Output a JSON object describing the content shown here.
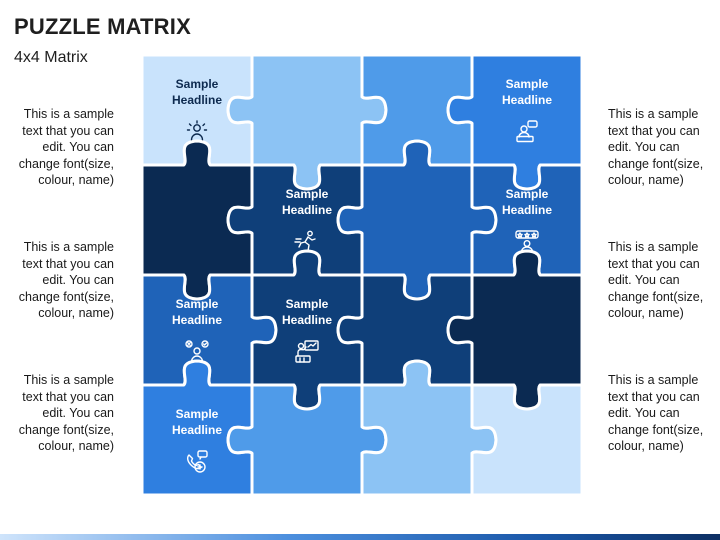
{
  "header": {
    "title": "PUZZLE MATRIX",
    "subtitle": "4x4 Matrix"
  },
  "side_texts": {
    "left": [
      "This is a sample text that you can edit. You can change font(size, colour, name)",
      "This is a sample text that you can edit. You can change font(size, colour, name)",
      "This is a sample text that you can edit. You can change font(size, colour, name)"
    ],
    "right": [
      "This is a sample text that you can edit. You can change font(size, colour, name)",
      "This is a sample text that you can edit. You can change font(size, colour, name)",
      "This is a sample text that you can edit. You can change font(size, colour, name)"
    ]
  },
  "colors": {
    "lightest": "#c9e3fc",
    "light": "#8cc3f4",
    "medium": "#4f9be9",
    "bright": "#2f7fe0",
    "royal": "#1f63b8",
    "deep": "#0f3f79",
    "navy": "#0b2a52",
    "outline": "#ffffff",
    "text_on_light": "#0d2a4f",
    "text_on_dark": "#ffffff"
  },
  "pieces": [
    {
      "color": "lightest",
      "headline": "Sample Headline",
      "icon": "team-leader-icon"
    },
    {
      "color": "light",
      "headline": "",
      "icon": ""
    },
    {
      "color": "medium",
      "headline": "",
      "icon": ""
    },
    {
      "color": "bright",
      "headline": "Sample Headline",
      "icon": "chat-laptop-icon"
    },
    {
      "color": "navy",
      "headline": "",
      "icon": ""
    },
    {
      "color": "deep",
      "headline": "Sample Headline",
      "icon": "running-person-icon"
    },
    {
      "color": "royal",
      "headline": "",
      "icon": ""
    },
    {
      "color": "royal",
      "headline": "Sample Headline",
      "icon": "rating-stars-icon"
    },
    {
      "color": "royal",
      "headline": "Sample Headline",
      "icon": "person-choice-icon"
    },
    {
      "color": "deep",
      "headline": "Sample Headline",
      "icon": "presenter-chart-icon"
    },
    {
      "color": "deep",
      "headline": "",
      "icon": ""
    },
    {
      "color": "navy",
      "headline": "",
      "icon": ""
    },
    {
      "color": "bright",
      "headline": "Sample Headline",
      "icon": "support-call-icon"
    },
    {
      "color": "medium",
      "headline": "",
      "icon": ""
    },
    {
      "color": "light",
      "headline": "",
      "icon": ""
    },
    {
      "color": "lightest",
      "headline": "",
      "icon": ""
    }
  ]
}
